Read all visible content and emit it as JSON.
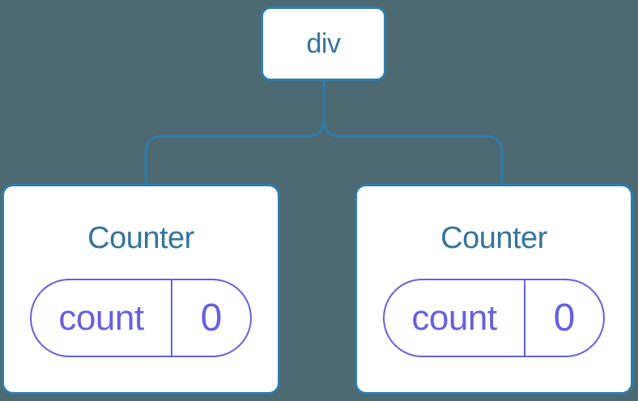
{
  "diagram": {
    "type": "component-tree",
    "colors": {
      "background": "#4D6972",
      "node_fill": "#FFFFFF",
      "node_border": "#2E7DAD",
      "connector_line": "#2E7DAD",
      "node_text": "#35749B",
      "state_accent": "#6560E2"
    },
    "tree": {
      "root": {
        "label": "div"
      },
      "children": [
        {
          "label": "Counter",
          "state": {
            "key": "count",
            "value": "0"
          }
        },
        {
          "label": "Counter",
          "state": {
            "key": "count",
            "value": "0"
          }
        }
      ]
    }
  }
}
